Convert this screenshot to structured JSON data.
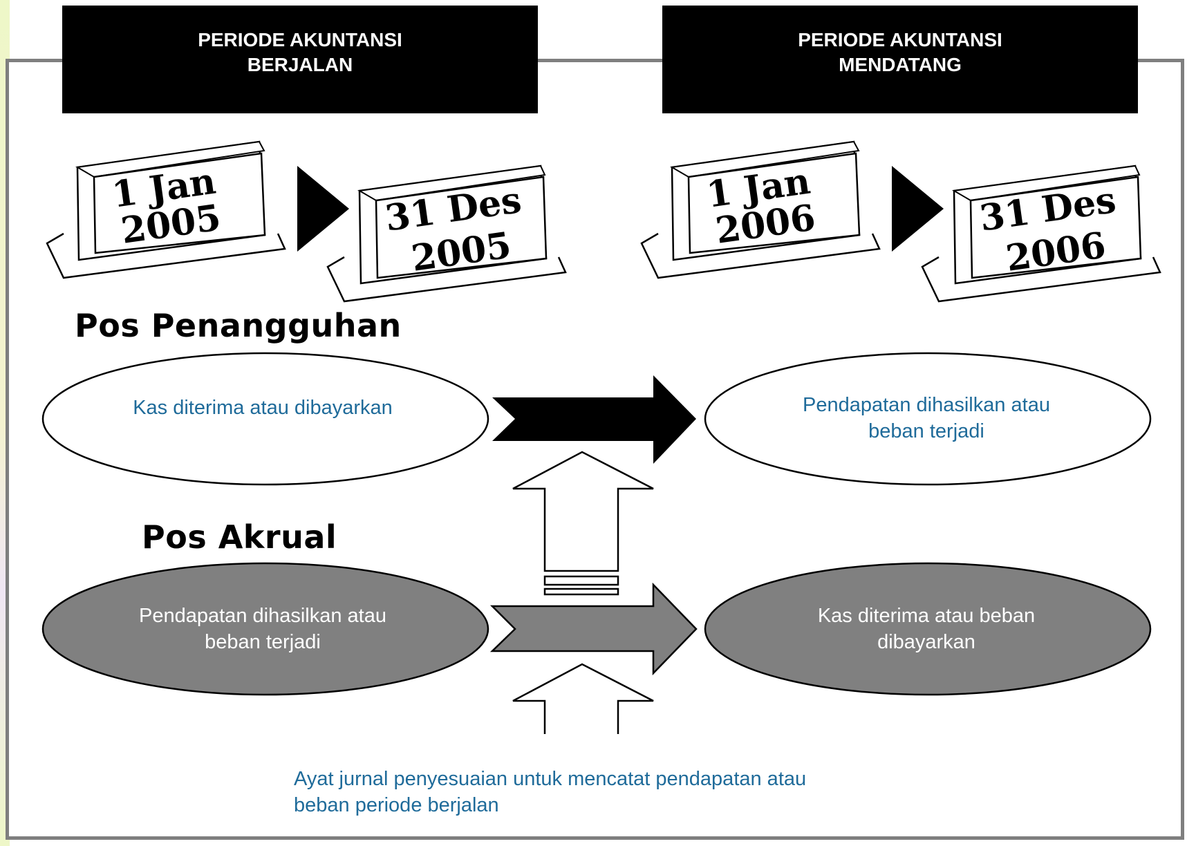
{
  "header": {
    "left_line1": "PERIODE AKUNTANSI",
    "left_line2": "BERJALAN",
    "right_line1": "PERIODE AKUNTANSI",
    "right_line2": "MENDATANG"
  },
  "calendars": [
    {
      "line1": "1 Jan",
      "line2": "2005"
    },
    {
      "line1": "31 Des",
      "line2": "2005"
    },
    {
      "line1": "1 Jan",
      "line2": "2006"
    },
    {
      "line1": "31 Des",
      "line2": "2006"
    }
  ],
  "deferral": {
    "title": "Pos Penangguhan",
    "left_text": "Kas diterima atau dibayarkan",
    "right_line1": "Pendapatan dihasilkan  atau",
    "right_line2": "beban terjadi"
  },
  "accrual": {
    "title": "Pos Akrual",
    "left_line1": "Pendapatan dihasilkan atau",
    "left_line2": "beban terjadi",
    "right_line1": "Kas diterima atau beban",
    "right_line2": "dibayarkan"
  },
  "adjusting": {
    "line1": "Ayat jurnal penyesuaian untuk mencatat pendapatan atau",
    "line2": "beban periode berjalan"
  },
  "colors": {
    "frame": "#7f7f7f",
    "header_bg": "#000000",
    "accrual_fill": "#808080",
    "blue_text": "#1f6b9a"
  }
}
